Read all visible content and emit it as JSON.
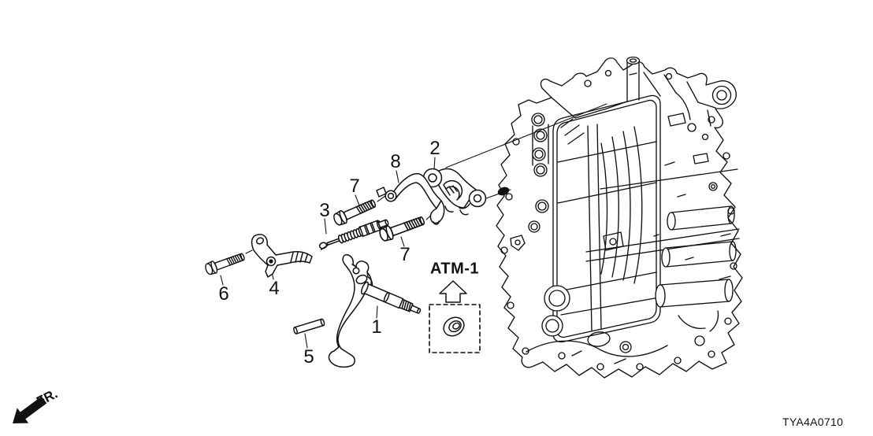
{
  "page": {
    "background": "#ffffff",
    "ink": "#111111"
  },
  "diagram": {
    "code": "TYA4A0710",
    "front_label": "FR.",
    "reference_label": "ATM-1",
    "callouts": [
      {
        "part_no": "1"
      },
      {
        "part_no": "2"
      },
      {
        "part_no": "3"
      },
      {
        "part_no": "4"
      },
      {
        "part_no": "5"
      },
      {
        "part_no": "6"
      },
      {
        "part_no": "7"
      },
      {
        "part_no": "7"
      },
      {
        "part_no": "8"
      }
    ]
  }
}
